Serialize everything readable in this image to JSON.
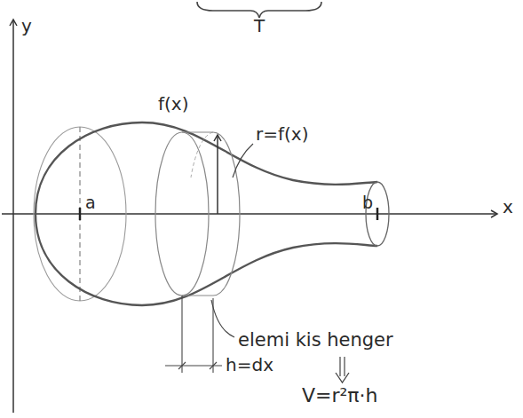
{
  "diagram": {
    "labels": [
      "T",
      "y",
      "x",
      "f(x)",
      "r=f(x)",
      "a",
      "b",
      "elemi kis henger",
      "h=dx",
      "V=r²π·h"
    ]
  }
}
